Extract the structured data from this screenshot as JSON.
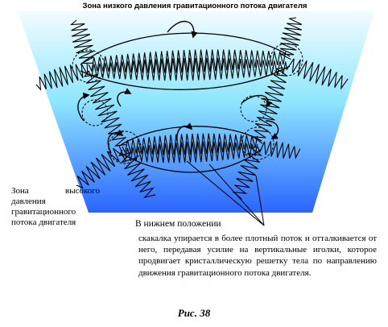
{
  "figure": {
    "title": "Зона низкого давления гравитационного потока двигателя",
    "left_label": "Зона высокого давления гравитационного потока двигателя",
    "bottom_label": "В нижнем положении",
    "description": "скакалка упирается в более плотный поток и отталкивается от него, передавая усилие на вертикальные иголки, которое продвигает кристаллическую решетку тела по направлению движения гравитационного потока двигателя.",
    "caption": "Рис. 38"
  },
  "colors": {
    "gradient_top": "#dff6ff",
    "gradient_mid": "#7fe2ff",
    "gradient_bottom": "#2f6bff",
    "ink": "#000000"
  }
}
